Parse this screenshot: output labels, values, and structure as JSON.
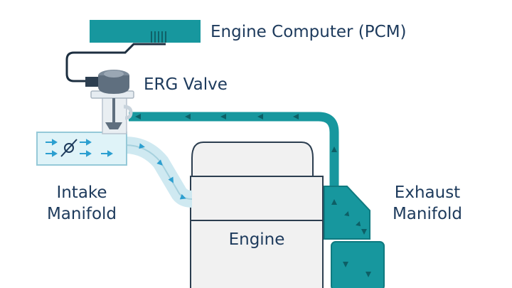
{
  "labels": {
    "pcm": "Engine Computer (PCM)",
    "valve": "ERG Valve",
    "intake_line1": "Intake",
    "intake_line2": "Manifold",
    "exhaust_line1": "Exhaust",
    "exhaust_line2": "Manifold",
    "engine": "Engine"
  },
  "colors": {
    "teal": "#17979e",
    "teal_dark": "#0f7a80",
    "navy": "#1d3a5c",
    "engine_fill": "#f1f1f1",
    "engine_stroke": "#2c3e50",
    "intake_fill": "#dff3f8",
    "intake_stroke": "#95c9d8",
    "arrow_blue": "#2c9fd0",
    "valve_gray": "#5f6f7f"
  },
  "icons": [
    "throttle-valve-icon",
    "flow-arrow-icon"
  ]
}
